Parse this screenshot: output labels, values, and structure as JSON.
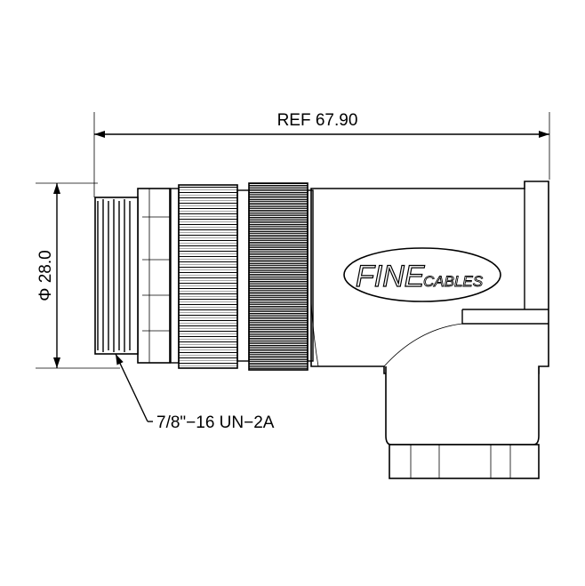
{
  "dimensions": {
    "length_label": "REF 67.90",
    "diameter_label": "Φ 28.0",
    "thread_label": "7/8\"−16 UN−2A"
  },
  "logo": {
    "main": "FINE",
    "sub": "CABLES"
  }
}
